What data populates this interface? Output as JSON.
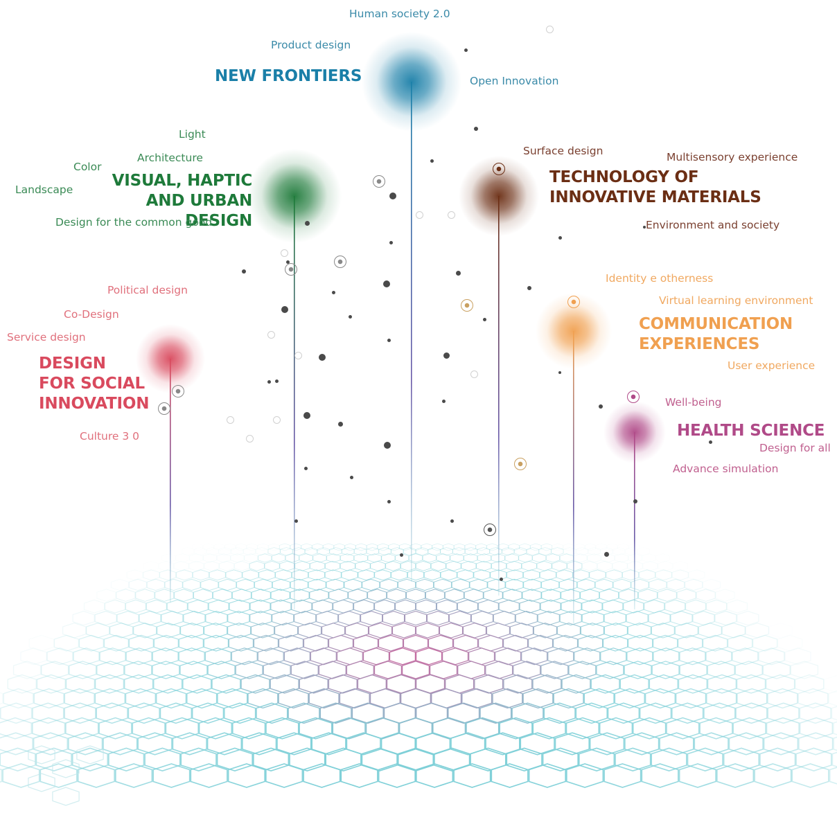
{
  "theme": {
    "new_frontiers": "#1a6f8c",
    "visual": "#1e7a3a",
    "technology": "#6b2e14",
    "social": "#d94a5e",
    "communication": "#f0a050",
    "health": "#b04a88",
    "mesh_from": "#7fd0d8",
    "mesh_to": "#d05a98",
    "dot": "#4a4a4a"
  },
  "clusters": [
    {
      "id": "new-frontiers",
      "title": "NEW FRONTIERS",
      "color": "#1a7fa8",
      "keywords": [
        "Human society 2.0",
        "Product design",
        "Open Innovation"
      ]
    },
    {
      "id": "visual-haptic",
      "title": "VISUAL, HAPTIC\nAND URBAN DESIGN",
      "color": "#1e7a3a",
      "keywords": [
        "Light",
        "Architecture",
        "Color",
        "Landscape",
        "Design for the common good"
      ]
    },
    {
      "id": "technology",
      "title": "TECHNOLOGY OF\nINNOVATIVE MATERIALS",
      "color": "#6b2e14",
      "keywords": [
        "Surface design",
        "Multisensory experience",
        "Environment and society"
      ]
    },
    {
      "id": "social-innovation",
      "title": "DESIGN\nFOR SOCIAL\nINNOVATION",
      "color": "#d94a5e",
      "keywords": [
        "Political design",
        "Co-Design",
        "Service design",
        "Culture 3 0"
      ]
    },
    {
      "id": "communication",
      "title": "COMMUNICATION\nEXPERIENCES",
      "color": "#f0a050",
      "keywords": [
        "Identity e otherness",
        "Virtual learning environment",
        "User experience"
      ]
    },
    {
      "id": "health",
      "title": "HEALTH SCIENCE",
      "color": "#b04a88",
      "keywords": [
        "Well-being",
        "Design for all",
        "Advance simulation"
      ]
    }
  ]
}
